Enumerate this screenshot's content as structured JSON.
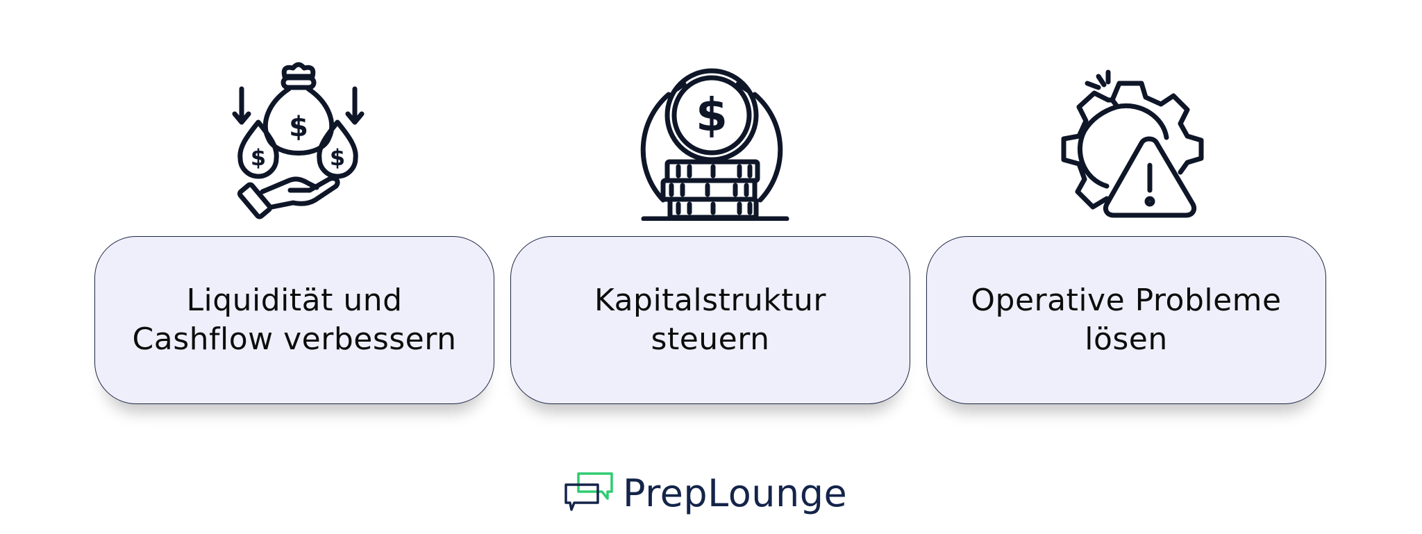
{
  "cards": [
    {
      "label": "Liquidität und\nCashflow verbessern",
      "icon": "money-bag-hand-icon"
    },
    {
      "label": "Kapitalstruktur\nsteuern",
      "icon": "coin-stack-icon"
    },
    {
      "label": "Operative Probleme\nlösen",
      "icon": "broken-gear-warning-icon"
    }
  ],
  "logo": {
    "text": "PrepLounge",
    "primary_color": "#14244a",
    "accent_color": "#2ecc71"
  },
  "colors": {
    "card_bg": "#efeffb",
    "card_border": "#1b2540",
    "icon_stroke": "#0e1628"
  }
}
